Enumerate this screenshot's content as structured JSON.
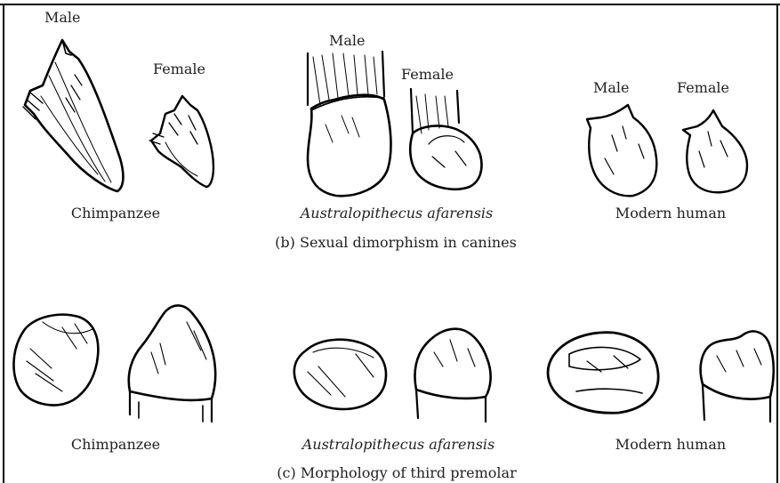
{
  "panel_b": {
    "caption": "(b) Sexual dimorphism in canines",
    "chimpanzee": {
      "male": "Male",
      "female": "Female",
      "species": "Chimpanzee"
    },
    "australopithecus": {
      "male": "Male",
      "female": "Female",
      "species": "Australopithecus afarensis"
    },
    "human": {
      "male": "Male",
      "female": "Female",
      "species": "Modern human"
    }
  },
  "panel_c": {
    "caption": "(c) Morphology of third premolar",
    "chimpanzee": {
      "species": "Chimpanzee"
    },
    "australopithecus": {
      "species": "Australopithecus afarensis"
    },
    "human": {
      "species": "Modern human"
    }
  }
}
